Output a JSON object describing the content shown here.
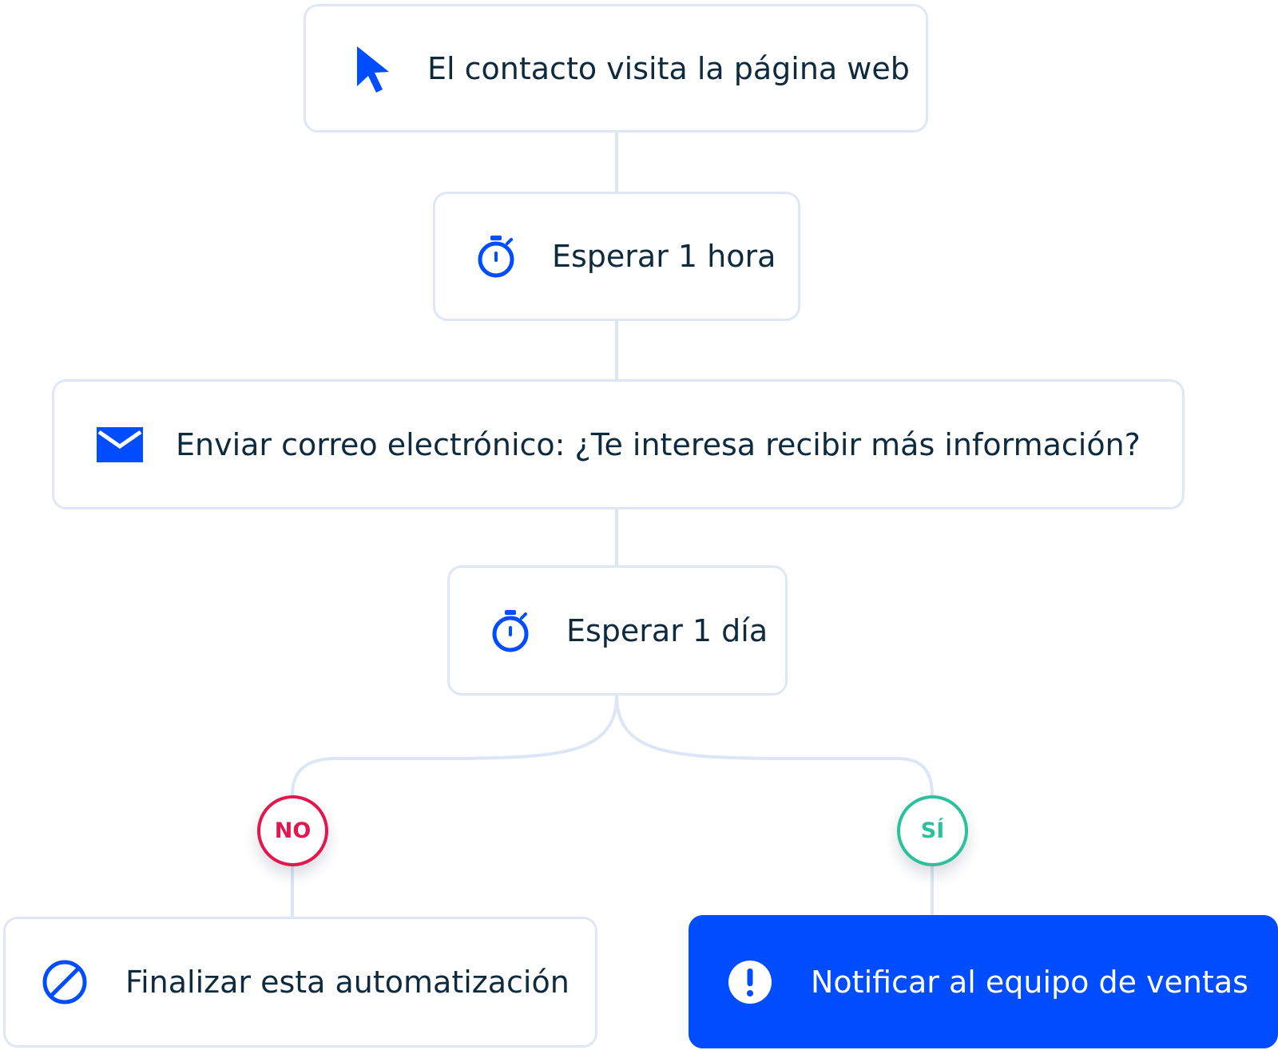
{
  "nodes": {
    "visit": {
      "label": "El contacto visita la página web",
      "icon": "cursor-icon"
    },
    "wait_hour": {
      "label": "Esperar 1 hora",
      "icon": "stopwatch-icon"
    },
    "email": {
      "label": "Enviar correo electrónico: ¿Te interesa recibir más información?",
      "icon": "envelope-icon"
    },
    "wait_day": {
      "label": "Esperar 1 día",
      "icon": "stopwatch-icon"
    },
    "end": {
      "label": "Finalizar esta automatización",
      "icon": "prohibited-icon"
    },
    "notify": {
      "label": "Notificar al equipo de ventas",
      "icon": "exclamation-icon"
    }
  },
  "branches": {
    "no": {
      "label": "NO"
    },
    "yes": {
      "label": "SÍ"
    }
  },
  "colors": {
    "accent_blue": "#004cff",
    "no_red": "#e2174e",
    "yes_green": "#2cc19a",
    "connector": "#dde6f6",
    "text_dark": "#0e2a3d"
  }
}
